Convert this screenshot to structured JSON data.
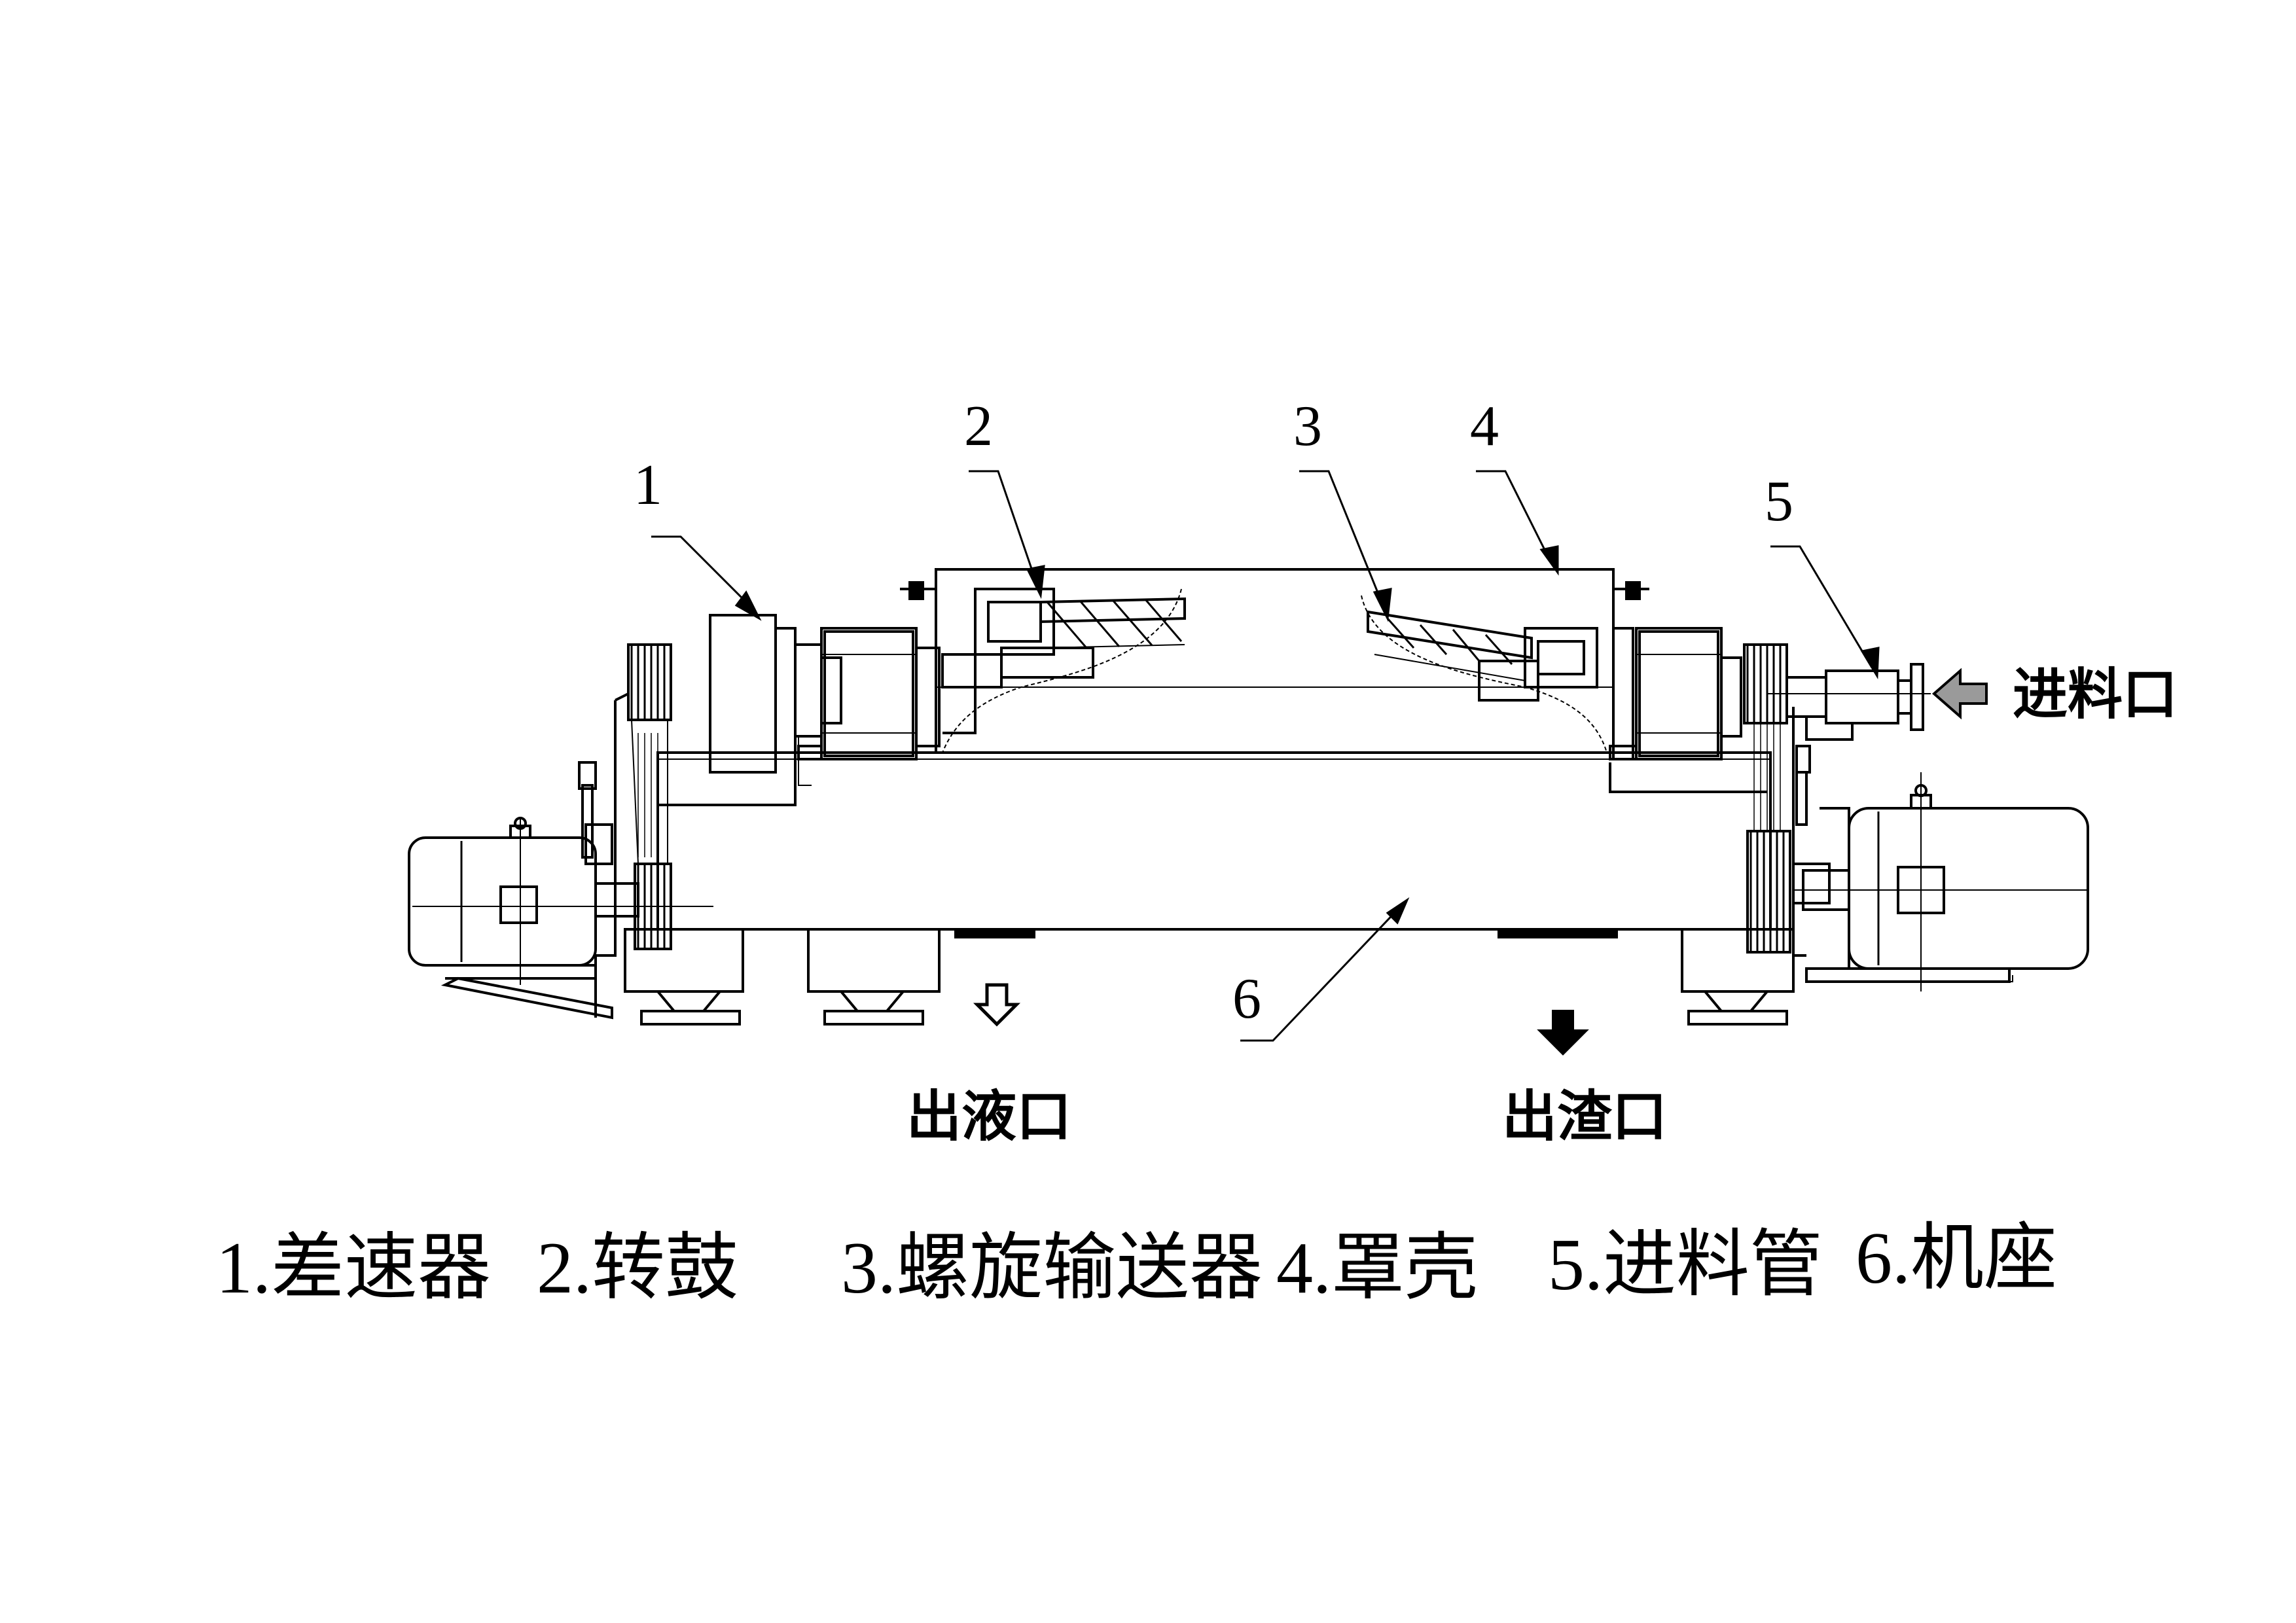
{
  "callouts": [
    "1",
    "2",
    "3",
    "4",
    "5",
    "6"
  ],
  "ports": {
    "feed_inlet": "进料口",
    "liquid_outlet": "出液口",
    "slag_outlet": "出渣口"
  },
  "legend": [
    "1.差速器",
    "2.转鼓",
    "3.螺旋输送器",
    "4.罩壳",
    "5.进料管",
    "6.机座"
  ],
  "colors": {
    "line": "#000000",
    "background": "#ffffff",
    "inlet_arrow_fill": "#9a9a9a"
  }
}
